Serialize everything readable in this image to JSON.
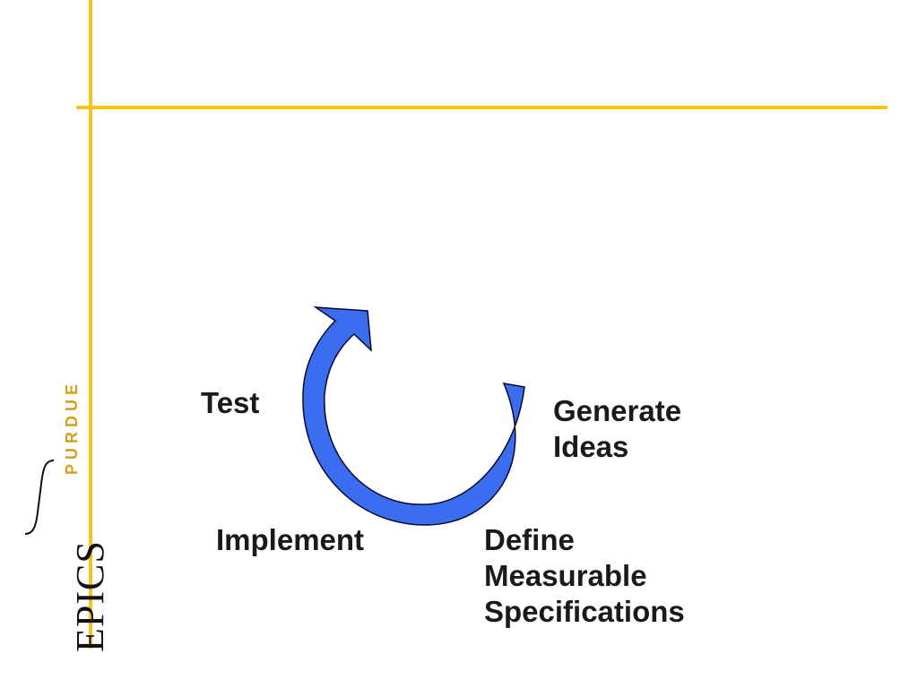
{
  "colors": {
    "accent_line": "#f5c518",
    "arrow_fill": "#3a6df0",
    "arrow_stroke": "#0a0a2a",
    "text": "#1a1a1a",
    "purdue_gold": "#d4a017"
  },
  "diagram": {
    "steps": {
      "test": [
        "Test"
      ],
      "generate": [
        "Generate",
        "Ideas"
      ],
      "implement": [
        "Implement"
      ],
      "define": [
        "Define",
        "Measurable",
        "Specifications"
      ]
    }
  },
  "logo": {
    "epics": "EPICS",
    "purdue": "PURDUE"
  }
}
